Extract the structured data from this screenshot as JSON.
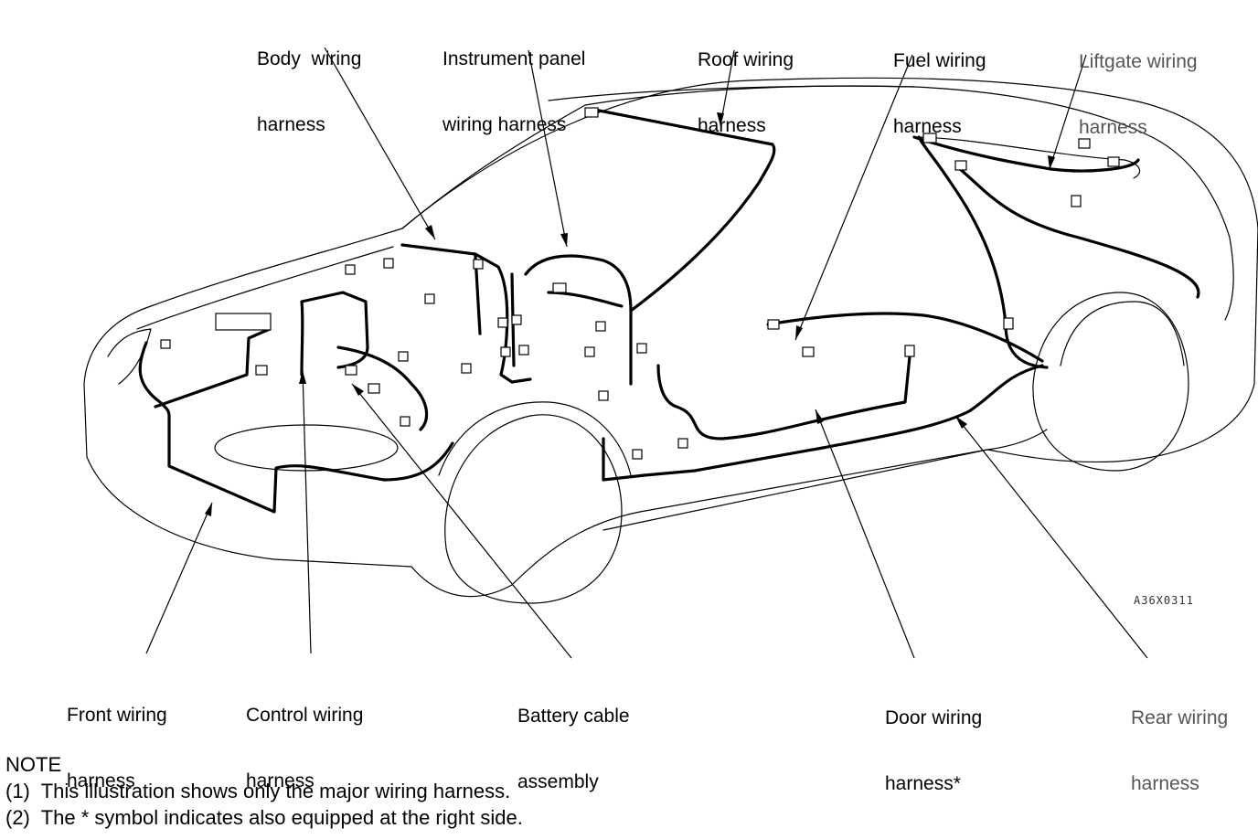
{
  "labels": {
    "body": [
      "Body  wiring",
      "harness"
    ],
    "instrument": [
      "Instrument panel",
      "wiring harness"
    ],
    "roof": [
      "Roof wiring",
      "harness"
    ],
    "fuel": [
      "Fuel wiring",
      "harness"
    ],
    "liftgate": [
      "Liftgate wiring",
      "harness"
    ],
    "front": [
      "Front wiring",
      "harness"
    ],
    "control": [
      "Control wiring",
      "harness"
    ],
    "battery": [
      "Battery cable",
      "assembly"
    ],
    "door": [
      "Door wiring",
      "harness*"
    ],
    "rear": [
      "Rear wiring",
      "harness"
    ]
  },
  "figure_code": "A36X0311",
  "note": {
    "heading": "NOTE",
    "items": [
      "(1)  This illustration shows only the major wiring harness.",
      "(2)  The * symbol indicates also equipped at the right side."
    ]
  },
  "colors": {
    "ink": "#000000",
    "faint": "#555555",
    "background": "#ffffff"
  }
}
